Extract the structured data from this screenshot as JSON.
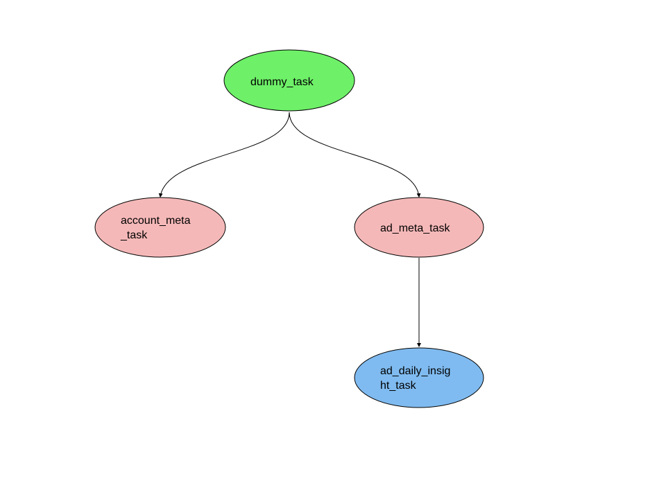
{
  "diagram": {
    "colors": {
      "root": "#6ef068",
      "meta": "#f5b8b8",
      "insight": "#7fbbf0",
      "stroke": "#000000"
    },
    "nodes": {
      "dummy_task": {
        "lines": [
          "dummy_task"
        ],
        "color": "#6ef068"
      },
      "account_meta_task": {
        "lines": [
          "account_meta",
          "_task"
        ],
        "color": "#f5b8b8"
      },
      "ad_meta_task": {
        "lines": [
          "ad_meta_task"
        ],
        "color": "#f5b8b8"
      },
      "ad_daily_insight_task": {
        "lines": [
          "ad_daily_insig",
          "ht_task"
        ],
        "color": "#7fbbf0"
      }
    },
    "edges": [
      {
        "from": "dummy_task",
        "to": "account_meta_task"
      },
      {
        "from": "dummy_task",
        "to": "ad_meta_task"
      },
      {
        "from": "ad_meta_task",
        "to": "ad_daily_insight_task"
      }
    ]
  }
}
